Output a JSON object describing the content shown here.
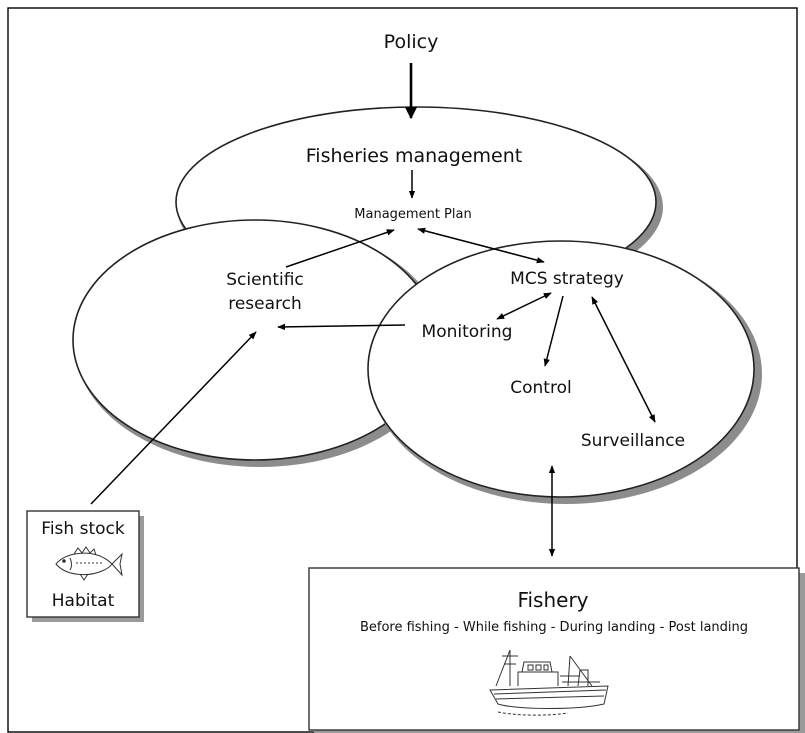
{
  "labels": {
    "policy": "Policy",
    "fisheries_management": "Fisheries management",
    "management_plan": "Management Plan",
    "scientific_line1": "Scientific",
    "scientific_line2": "research",
    "mcs_strategy": "MCS strategy",
    "monitoring": "Monitoring",
    "control": "Control",
    "surveillance": "Surveillance",
    "fish_stock": "Fish stock",
    "habitat": "Habitat",
    "fishery": "Fishery",
    "fishery_phases": "Before fishing - While fishing - During landing - Post landing"
  },
  "icons": {
    "fish": "fish-icon",
    "boat": "fishing-boat-icon"
  }
}
